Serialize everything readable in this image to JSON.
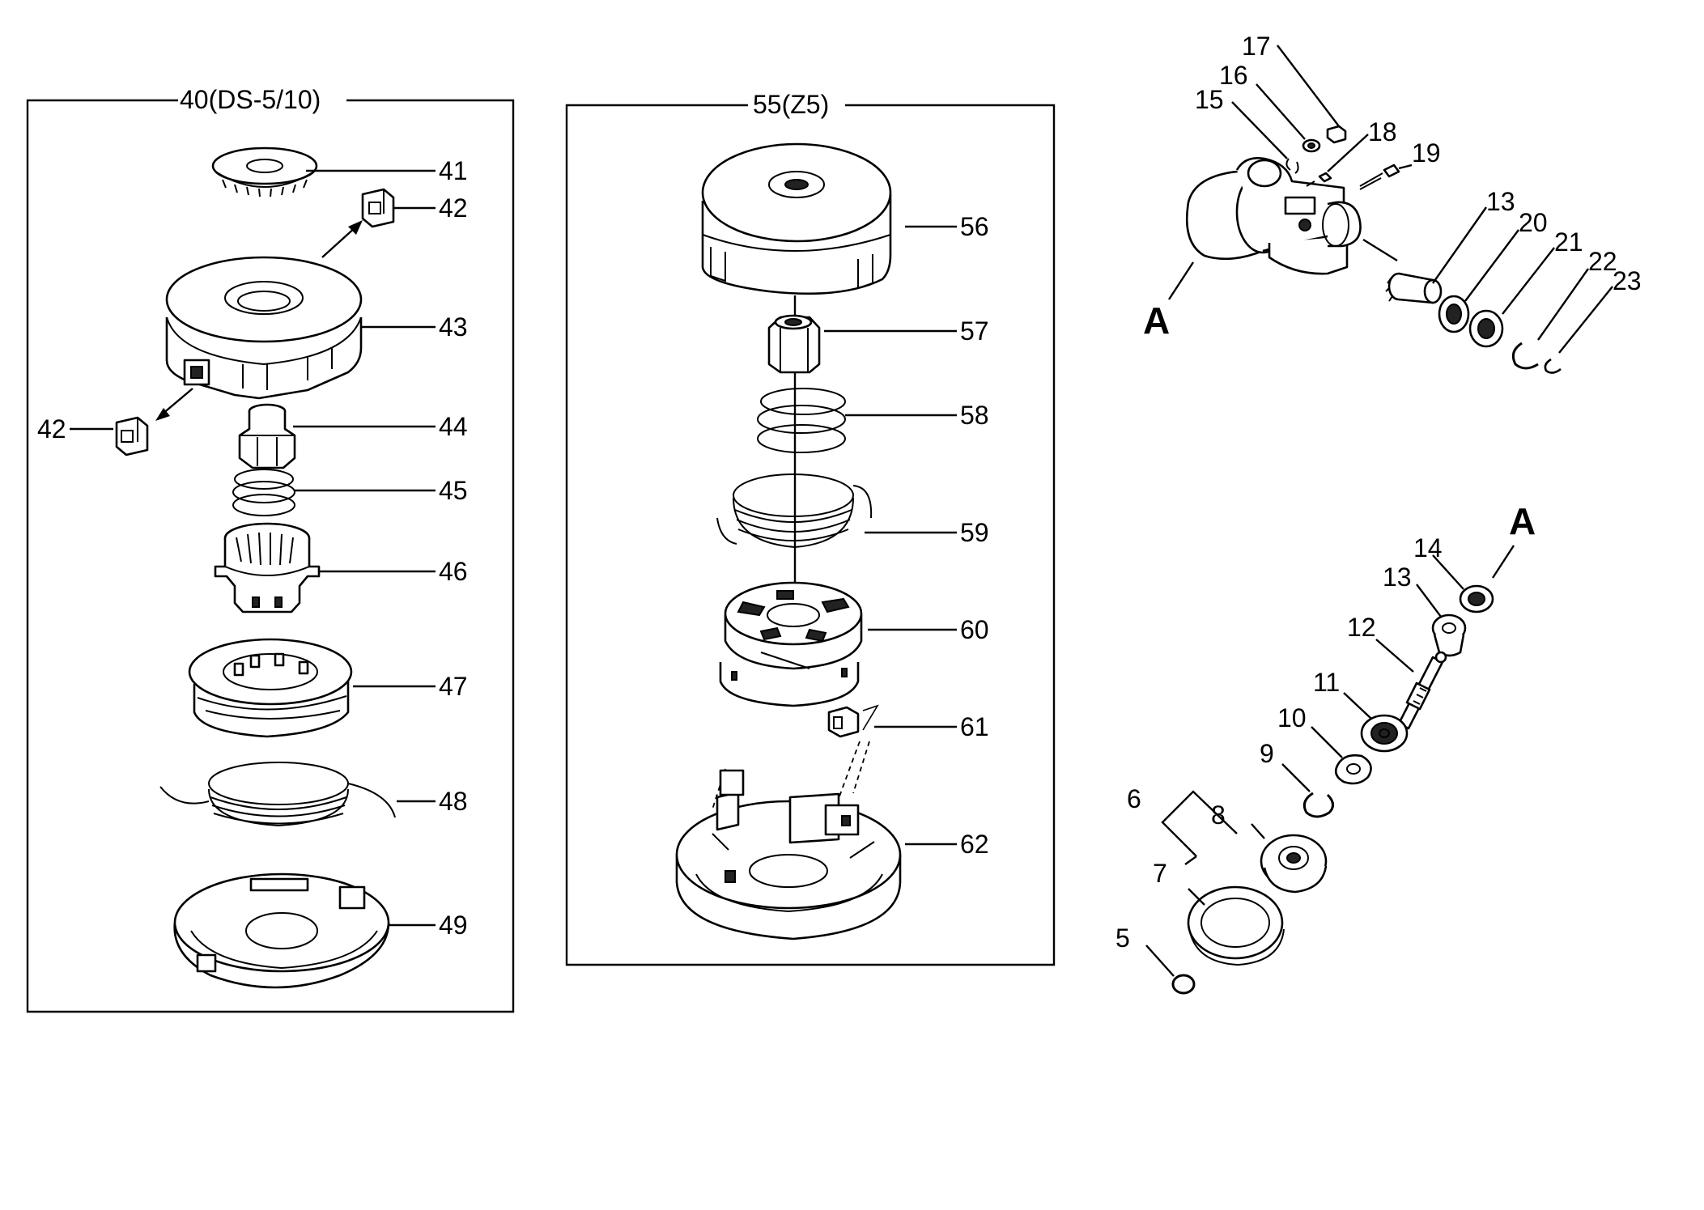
{
  "groups": {
    "left": "40(DS-5/10)",
    "middle": "55(Z5)"
  },
  "view_markers": {
    "a_top": "A",
    "a_bottom": "A"
  },
  "callouts": {
    "p41": "41",
    "p42a": "42",
    "p42b": "42",
    "p43": "43",
    "p44": "44",
    "p45": "45",
    "p46": "46",
    "p47": "47",
    "p48": "48",
    "p49": "49",
    "p56": "56",
    "p57": "57",
    "p58": "58",
    "p59": "59",
    "p60": "60",
    "p61": "61",
    "p62": "62",
    "p17": "17",
    "p16": "16",
    "p15": "15",
    "p18": "18",
    "p19": "19",
    "p13a": "13",
    "p20": "20",
    "p21": "21",
    "p22": "22",
    "p23": "23",
    "p14": "14",
    "p13b": "13",
    "p12": "12",
    "p11": "11",
    "p10": "10",
    "p9": "9",
    "p8": "8",
    "p6": "6",
    "p7": "7",
    "p5": "5"
  }
}
